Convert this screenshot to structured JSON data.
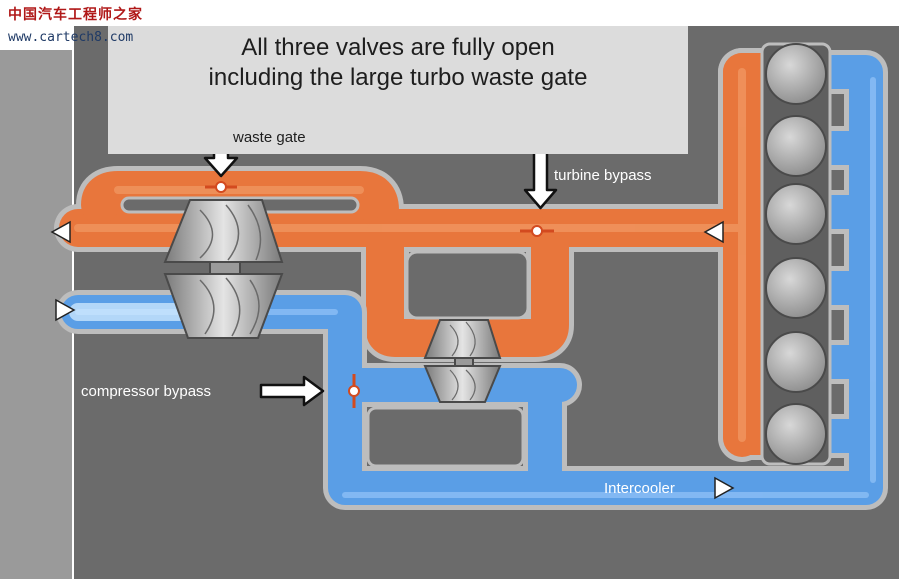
{
  "watermark": {
    "site_name": "中国汽车工程师之家",
    "url": "www.cartech8.com"
  },
  "title": {
    "line1": "All three valves are fully open",
    "line2": "including the large turbo waste gate"
  },
  "labels": {
    "waste_gate": "waste gate",
    "turbine_bypass": "turbine bypass",
    "compressor_bypass": "compressor bypass",
    "intercooler": "Intercooler"
  },
  "colors": {
    "exhaust": "#e8763c",
    "intake": "#5a9ee6",
    "valve": "#d34a1f",
    "panel": "#6b6b6b"
  },
  "icons": [
    "arrow-down-icon",
    "arrow-right-icon",
    "flow-direction-arrow-icon",
    "valve-icon",
    "turbocharger-icon",
    "engine-cylinder-icon"
  ]
}
